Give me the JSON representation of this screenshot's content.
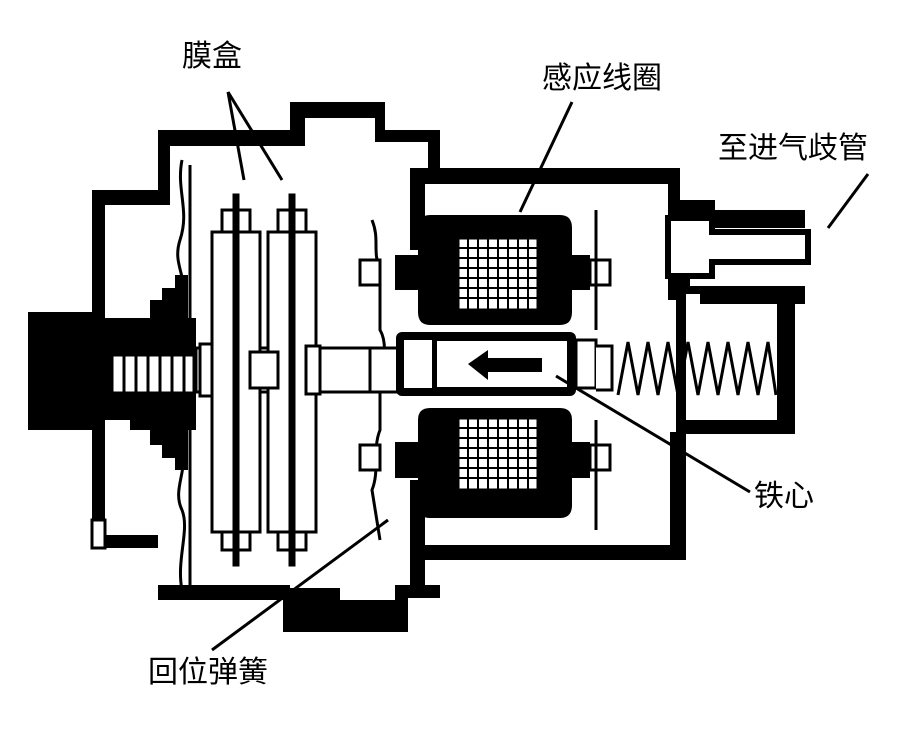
{
  "labels": {
    "diaphragm_box": "膜盒",
    "induction_coil": "感应线圈",
    "to_intake_manifold": "至进气歧管",
    "iron_core": "铁心",
    "return_spring": "回位弹簧"
  },
  "colors": {
    "ink": "#000000",
    "paper": "#ffffff"
  }
}
